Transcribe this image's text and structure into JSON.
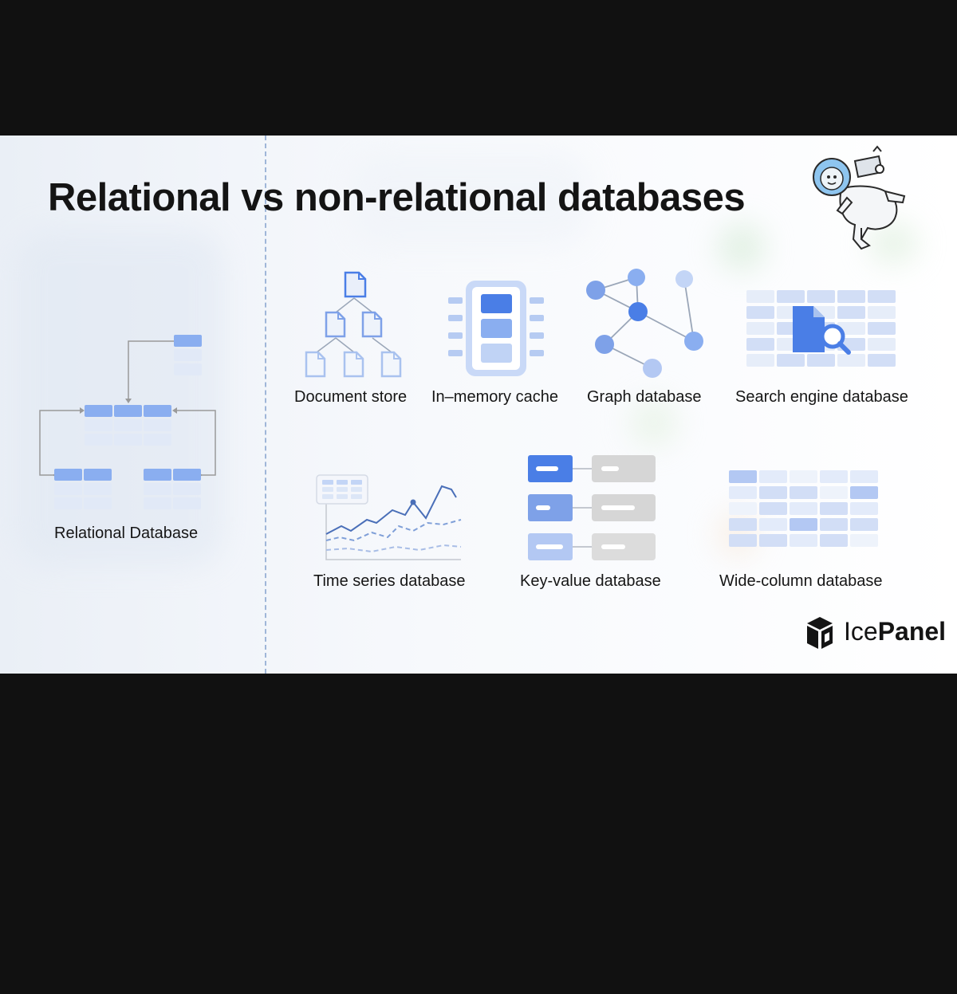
{
  "title": "Relational vs non-relational databases",
  "categories": {
    "relational": "Relational Database",
    "document": "Document store",
    "memory": "In–memory cache",
    "graph": "Graph database",
    "search": "Search engine database",
    "timeseries": "Time series database",
    "keyvalue": "Key-value database",
    "widecolumn": "Wide-column database"
  },
  "brand": {
    "name_light": "Ice",
    "name_bold": "Panel",
    "logo_icon": "cube-icon",
    "mascot_icon": "astronaut-mascot-icon"
  },
  "colors": {
    "accent": "#4a7ee6",
    "accent_mid": "#8aaef0",
    "accent_light": "#c9d9f7",
    "accent_pale": "#e3ebfa",
    "grey": "#d6d6d6",
    "text": "#141414"
  }
}
